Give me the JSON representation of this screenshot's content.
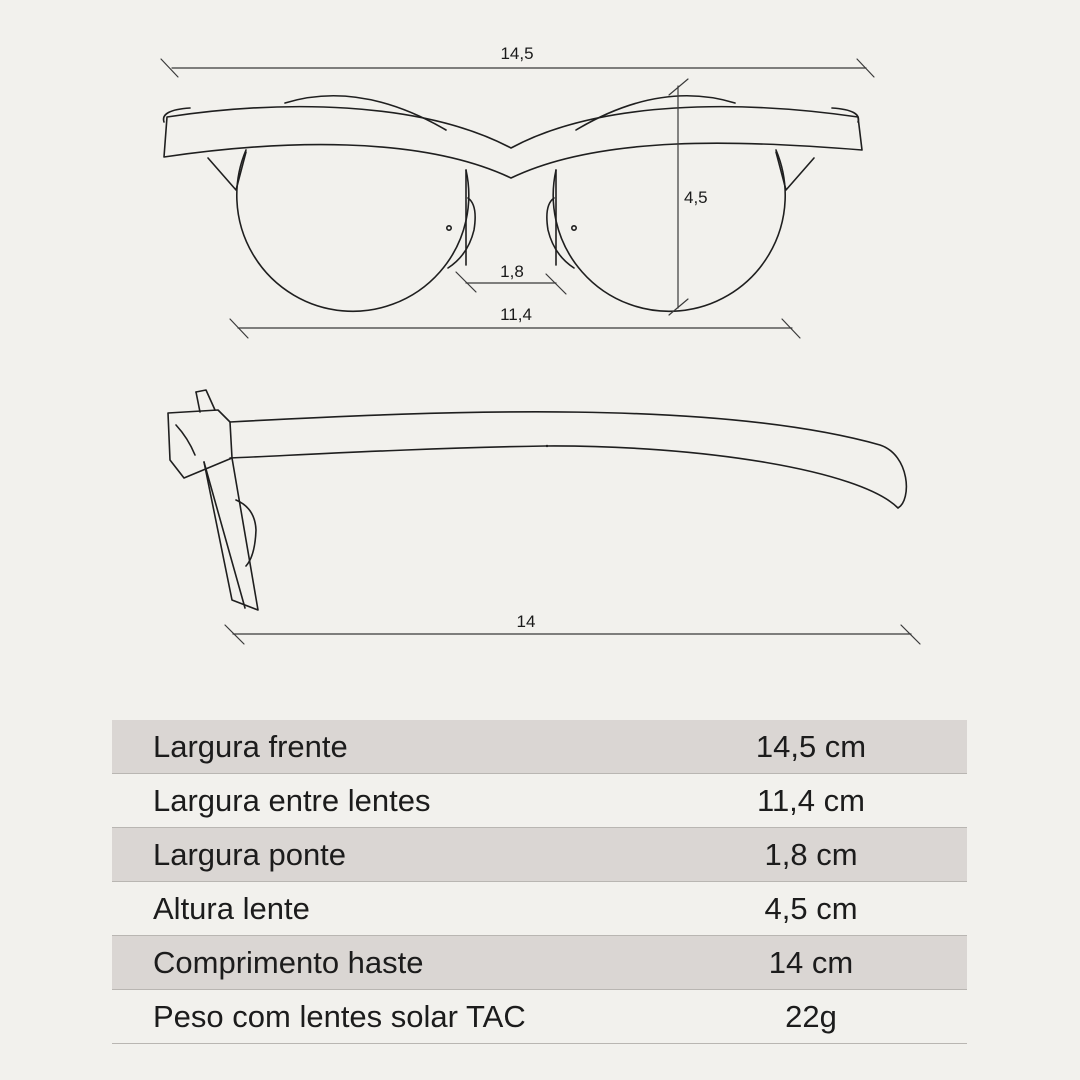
{
  "diagram": {
    "front_width_label": "14,5",
    "lens_height_label": "4,5",
    "bridge_label": "1,8",
    "between_lenses_label": "11,4",
    "temple_length_label": "14"
  },
  "specs": [
    {
      "name": "Largura frente",
      "value": "14,5 cm",
      "shaded": true
    },
    {
      "name": "Largura entre lentes",
      "value": "11,4 cm",
      "shaded": false
    },
    {
      "name": "Largura ponte",
      "value": "1,8 cm",
      "shaded": true
    },
    {
      "name": "Altura lente",
      "value": "4,5 cm",
      "shaded": false
    },
    {
      "name": "Comprimento haste",
      "value": "14 cm",
      "shaded": true
    },
    {
      "name": "Peso com lentes solar TAC",
      "value": "22g",
      "shaded": false
    }
  ],
  "colors": {
    "background": "#f2f1ed",
    "shaded_row": "#dad6d3",
    "line": "#1f1f1f"
  }
}
